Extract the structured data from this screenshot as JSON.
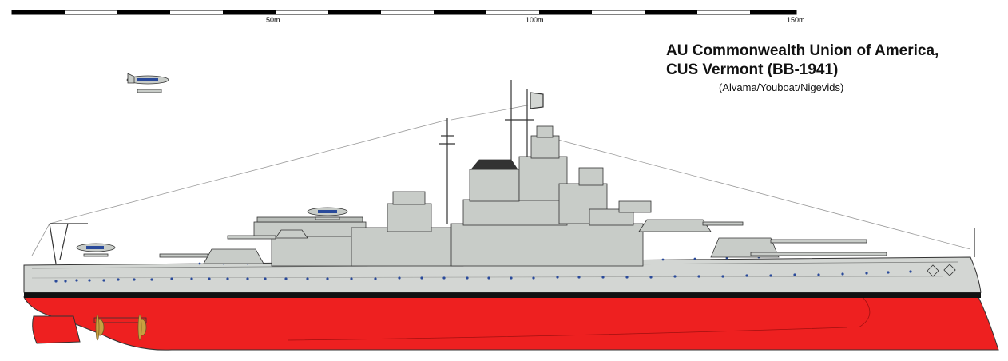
{
  "scale": {
    "labels": [
      "50m",
      "100m",
      "150m"
    ]
  },
  "title": {
    "line1": "AU Commonwealth Union of America,",
    "line2": "CUS Vermont (BB-1941)",
    "credits": "(Alvama/Youboat/Nigevids)"
  },
  "colors": {
    "hull_grey": "#d3d6d3",
    "superstructure_grey": "#c8ccc8",
    "boot_top": "#111111",
    "antifouling_red": "#ee2020",
    "outline": "#333333",
    "porthole_blue": "#2a4a9a",
    "rigging": "#888888",
    "propeller_gold": "#c8a040"
  }
}
